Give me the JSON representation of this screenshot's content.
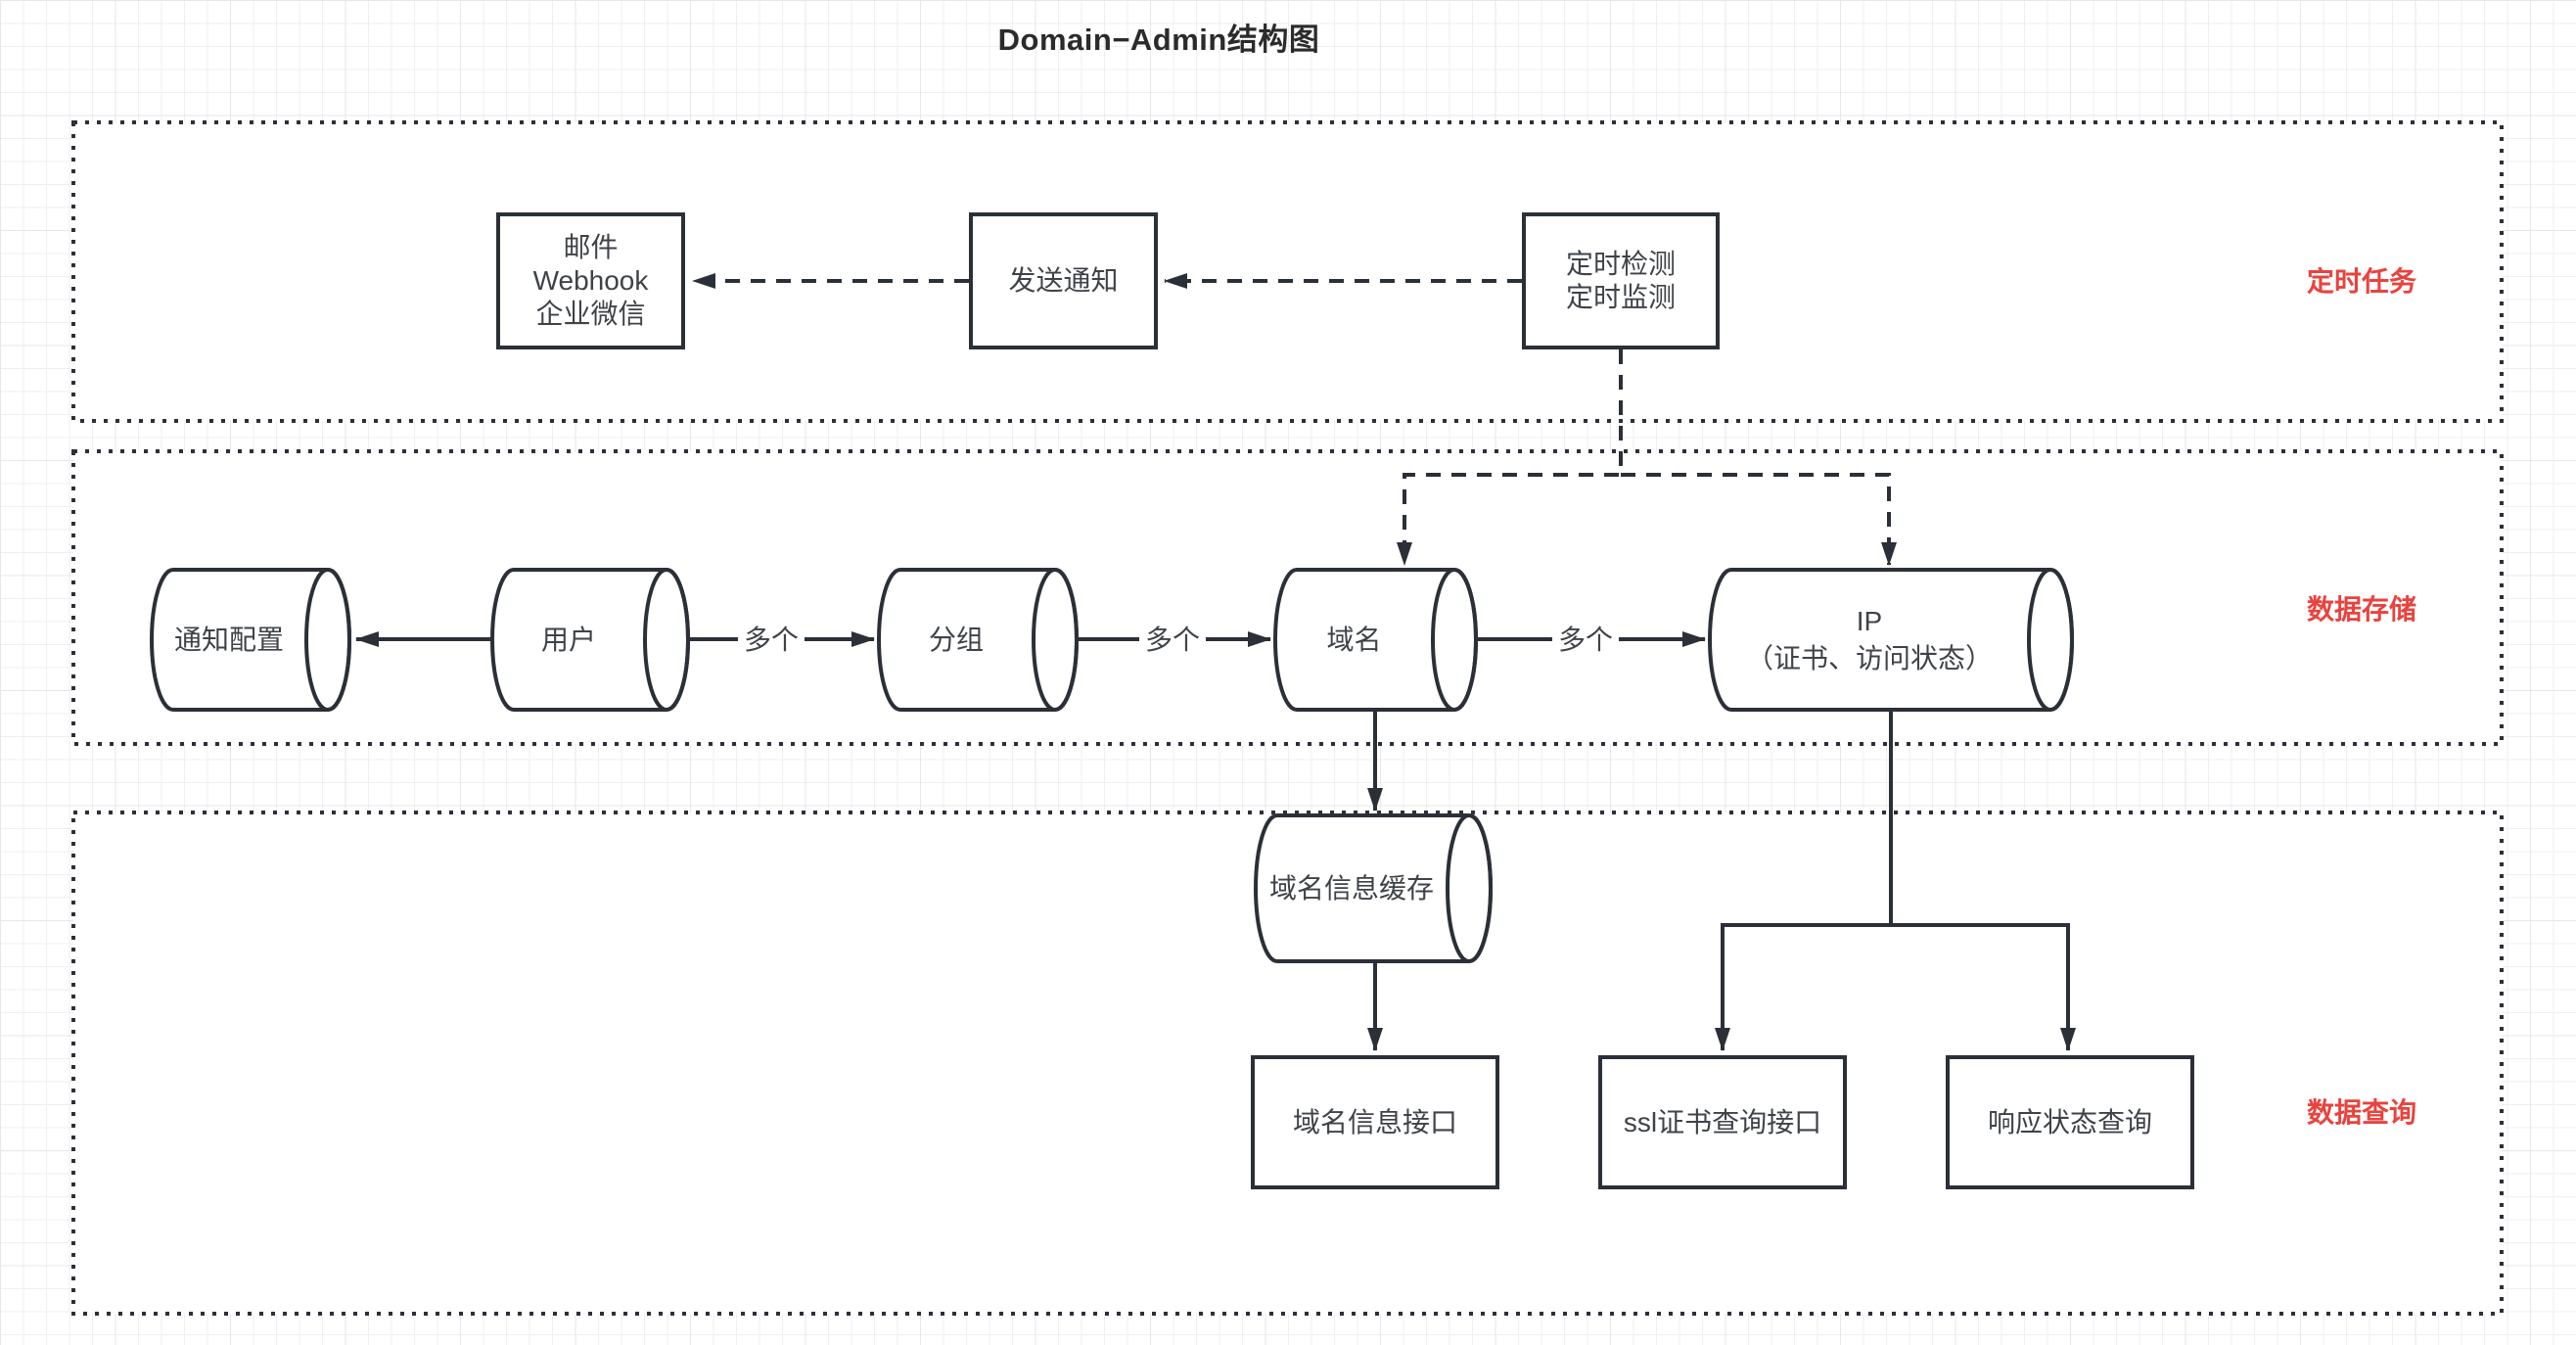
{
  "title": "Domain−Admin结构图",
  "colors": {
    "section_label_red": "#e8433e",
    "line_dark": "#2b3038",
    "grid_line": "#efefef"
  },
  "sections": [
    {
      "label": "定时任务"
    },
    {
      "label": "数据存储"
    },
    {
      "label": "数据查询"
    }
  ],
  "nodes": {
    "notify_targets": {
      "label": "邮件\nWebhook\n企业微信"
    },
    "send_notify": {
      "label": "发送通知"
    },
    "timer": {
      "label": "定时检测\n定时监测"
    },
    "notify_config": {
      "label": "通知配置"
    },
    "user": {
      "label": "用户"
    },
    "group": {
      "label": "分组"
    },
    "domain": {
      "label": "域名"
    },
    "ip": {
      "label": "IP\n（证书、访问状态）"
    },
    "domain_cache": {
      "label": "域名信息缓存"
    },
    "domain_api": {
      "label": "域名信息接口"
    },
    "ssl_api": {
      "label": "ssl证书查询接口"
    },
    "status_api": {
      "label": "响应状态查询"
    }
  },
  "edge_labels": [
    "多个",
    "多个",
    "多个"
  ]
}
